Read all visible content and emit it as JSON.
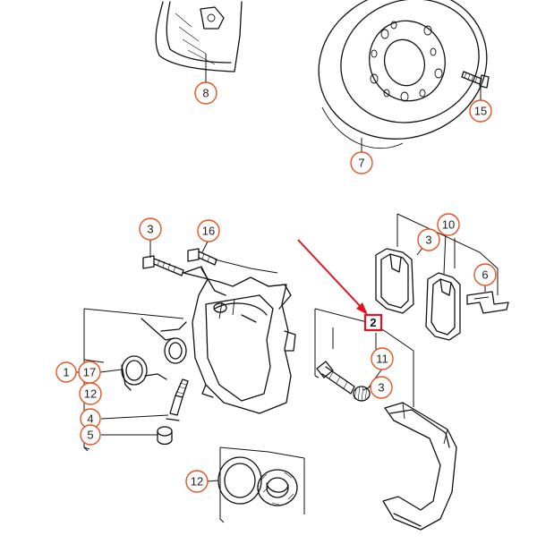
{
  "callouts": {
    "c8": "8",
    "c15": "15",
    "c7": "7",
    "c3a": "3",
    "c16": "16",
    "c10": "10",
    "c3b": "3",
    "c6": "6",
    "c1": "1",
    "c17": "17",
    "c12a": "12",
    "c4": "4",
    "c5": "5",
    "c11": "11",
    "c3c": "3",
    "c12b": "12",
    "c2": "2"
  },
  "colors": {
    "callout_ring": "#e8541e",
    "highlight": "#e0141e",
    "line": "#111111"
  }
}
